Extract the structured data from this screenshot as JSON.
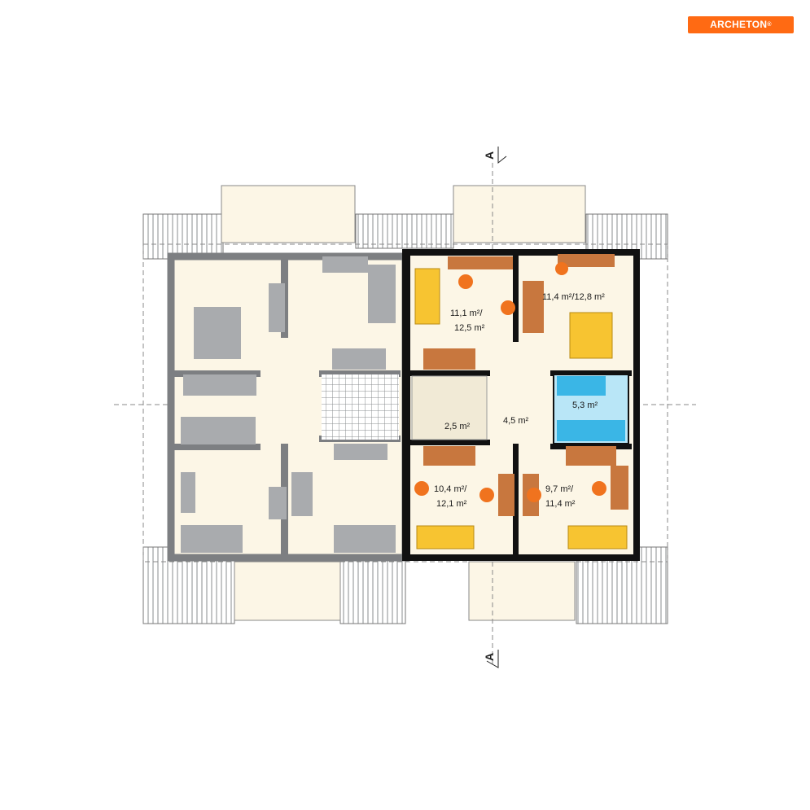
{
  "brand": {
    "logo_text": "ARCHETON",
    "logo_mark": "®",
    "color": "#ff6a13"
  },
  "section_markers": {
    "top": "A",
    "bottom": "A"
  },
  "rooms": {
    "bedroom_top_left": "11,1 m²/",
    "bedroom_top_left_2": "12,5 m²",
    "bedroom_top_right": "11,4 m²/12,8 m²",
    "bathroom": "5,3 m²",
    "hall": "4,5 m²",
    "stair_landing": "2,5 m²",
    "bedroom_bottom_left": "10,4 m²/",
    "bedroom_bottom_left_2": "12,1 m²",
    "bedroom_bottom_right": "9,7 m²/",
    "bedroom_bottom_right_2": "11,4 m²"
  },
  "colors": {
    "floor": "#fcf6e6",
    "wall_dark": "#111111",
    "wall_grey": "#7d7f82",
    "furniture_grey": "#a9abae",
    "bed_yellow": "#f7c431",
    "desk_brown": "#c8773e",
    "chair_orange": "#f0731e",
    "bath_blue": "#3ab6e6",
    "bath_floor": "#b9e6f7"
  }
}
